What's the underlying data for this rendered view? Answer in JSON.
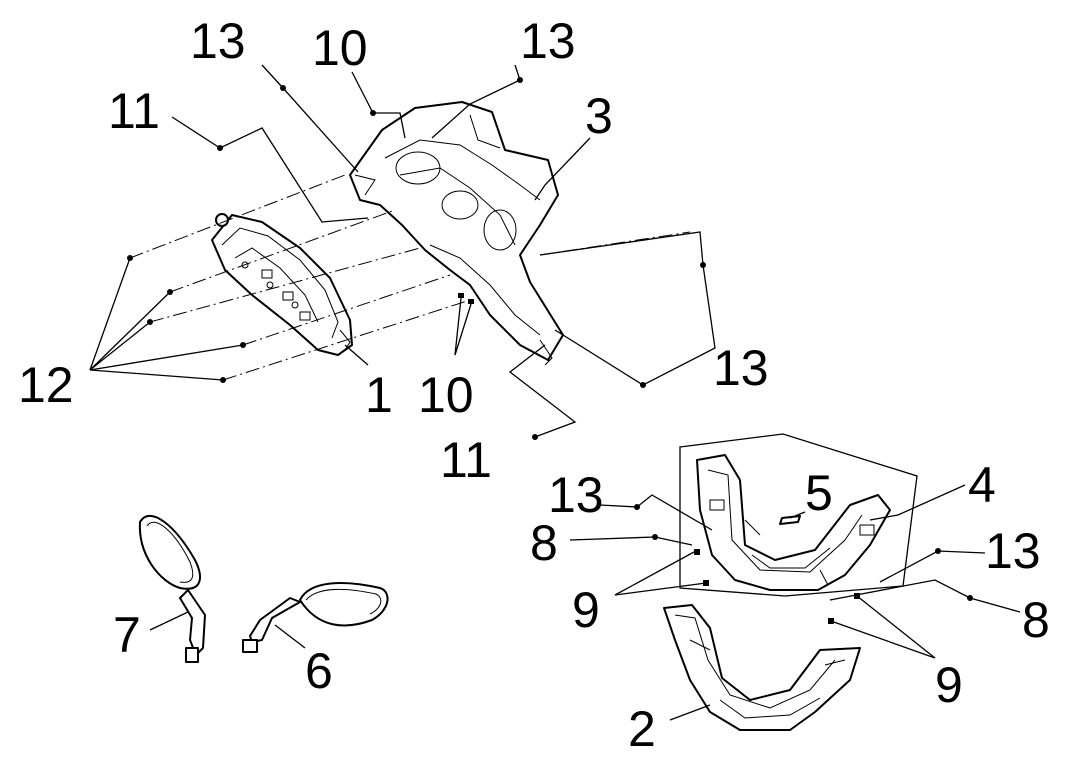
{
  "labels": {
    "l13a": "13",
    "l10a": "10",
    "l13b": "13",
    "l11a": "11",
    "l3": "3",
    "l12": "12",
    "l1": "1",
    "l10b": "10",
    "l13c": "13",
    "l11b": "11",
    "l13d": "13",
    "l5": "5",
    "l4": "4",
    "l8a": "8",
    "l13e": "13",
    "l9a": "9",
    "l8b": "8",
    "l9b": "9",
    "l7": "7",
    "l6": "6",
    "l2": "2"
  },
  "colors": {
    "line": "#000000",
    "background": "#ffffff"
  }
}
